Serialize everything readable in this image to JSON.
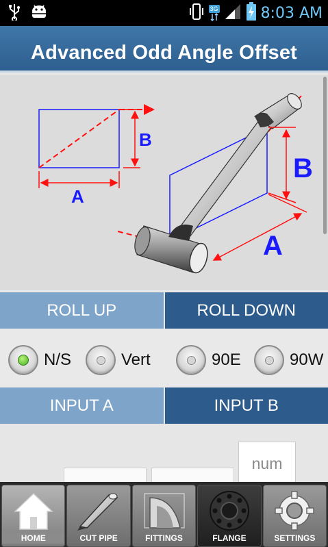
{
  "status_bar": {
    "time": "8:03 AM",
    "network": "3G",
    "icons": [
      "usb-icon",
      "android-debug-icon",
      "vibrate-icon",
      "signal-icon",
      "battery-charging-icon"
    ]
  },
  "title": "Advanced Odd Angle Offset",
  "diagram": {
    "small_label_a": "A",
    "small_label_b": "B",
    "large_label_a": "A",
    "large_label_b": "B"
  },
  "roll_buttons": {
    "up": "ROLL UP",
    "down": "ROLL DOWN"
  },
  "radios": [
    {
      "label": "N/S",
      "selected": true
    },
    {
      "label": "Vert",
      "selected": false
    },
    {
      "label": "90E",
      "selected": false
    },
    {
      "label": "90W",
      "selected": false
    }
  ],
  "input_buttons": {
    "a": "INPUT A",
    "b": "INPUT B"
  },
  "num_placeholder": "num",
  "nav": [
    {
      "label": "HOME",
      "icon": "home-icon"
    },
    {
      "label": "CUT PIPE",
      "icon": "cut-pipe-icon"
    },
    {
      "label": "FITTINGS",
      "icon": "fittings-icon"
    },
    {
      "label": "FLANGE",
      "icon": "flange-icon"
    },
    {
      "label": "SETTINGS",
      "icon": "gear-icon"
    }
  ],
  "colors": {
    "title_bar": "#2e5f8f",
    "light_button": "#7ea4c9",
    "dark_button": "#2d5c8c",
    "diagram_blue": "#1a1aff",
    "diagram_red": "#ff1010"
  }
}
